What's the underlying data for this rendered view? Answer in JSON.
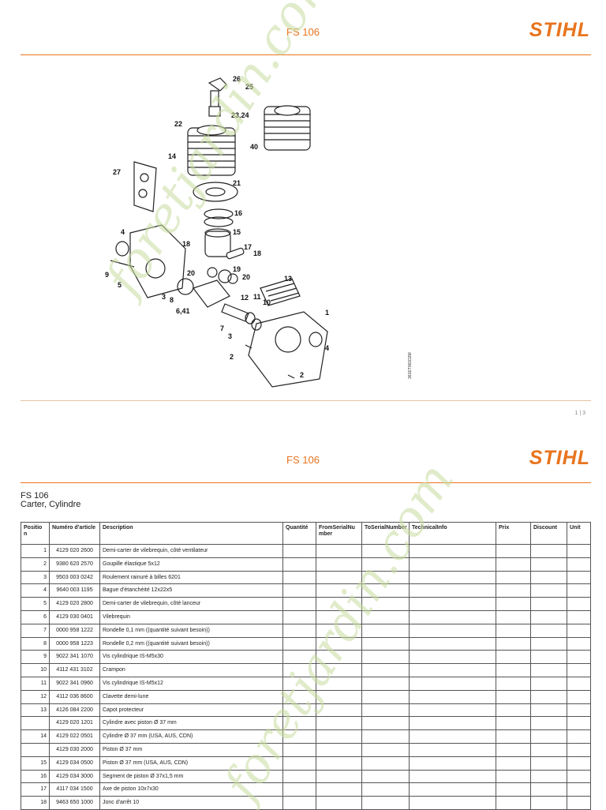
{
  "header": {
    "title": "FS 106",
    "logo": "STIHL"
  },
  "diagram": {
    "callouts": [
      "26",
      "25",
      "23,24",
      "22",
      "40",
      "14",
      "27",
      "21",
      "16",
      "4",
      "15",
      "18",
      "17",
      "18",
      "9",
      "5",
      "20",
      "19",
      "20",
      "13",
      "3",
      "8",
      "6,41",
      "12",
      "11",
      "10",
      "1",
      "7",
      "3",
      "4",
      "2",
      "2"
    ],
    "side_code": "361ET061D2M"
  },
  "page_number": "1 | 3",
  "header2": {
    "title": "FS 106",
    "logo": "STIHL"
  },
  "section": {
    "model": "FS 106",
    "title": "Carter, Cylindre"
  },
  "table": {
    "columns": [
      "Positio n",
      "Numéro d'article",
      "Description",
      "Quantité",
      "FromSerialNu mber",
      "ToSerialNumber",
      "TechnicalInfo",
      "Prix",
      "Discount",
      "Unit"
    ],
    "rows": [
      {
        "pos": "1",
        "num": "4129 020 2600",
        "desc": "Demi-carter de vilebrequin, côté ventilateur"
      },
      {
        "pos": "2",
        "num": "9380 620 2570",
        "desc": "Goupille élastique 5x12"
      },
      {
        "pos": "3",
        "num": "9503 003 0242",
        "desc": "Roulement rainuré à billes 6201"
      },
      {
        "pos": "4",
        "num": "9640 003 1195",
        "desc": "Bague d'étanchéité 12x22x5"
      },
      {
        "pos": "5",
        "num": "4129 020 2800",
        "desc": "Demi-carter de vilebrequin, côté lanceur"
      },
      {
        "pos": "6",
        "num": "4129 030 0401",
        "desc": "Vilebrequin"
      },
      {
        "pos": "7",
        "num": "0000 958 1222",
        "desc": "Rondelle 0,1 mm ((quantité suivant besoin))"
      },
      {
        "pos": "8",
        "num": "0000 958 1223",
        "desc": "Rondelle 0,2 mm ((quantité suivant besoin))"
      },
      {
        "pos": "9",
        "num": "9022 341 1070",
        "desc": "Vis cylindrique IS-M5x30"
      },
      {
        "pos": "10",
        "num": "4112 431 3102",
        "desc": "Crampon"
      },
      {
        "pos": "11",
        "num": "9022 341 0960",
        "desc": "Vis cylindrique IS-M5x12"
      },
      {
        "pos": "12",
        "num": "4112 036 8600",
        "desc": "Clavette demi-lune"
      },
      {
        "pos": "13",
        "num": "4126 084 2200",
        "desc": "Capot protecteur"
      },
      {
        "pos": "",
        "num": "4129 020 1201",
        "desc": "Cylindre avec piston Ø 37 mm"
      },
      {
        "pos": "14",
        "num": "4129 022 0501",
        "desc": "Cylindre Ø 37 mm (USA, AUS, CDN)"
      },
      {
        "pos": "",
        "num": "4129 030 2000",
        "desc": "Piston Ø 37 mm"
      },
      {
        "pos": "15",
        "num": "4129 034 0500",
        "desc": "Piston Ø 37 mm (USA, AUS, CDN)"
      },
      {
        "pos": "16",
        "num": "4129 034 3000",
        "desc": "Segment de piston Ø 37x1,5 mm"
      },
      {
        "pos": "17",
        "num": "4117 034 1500",
        "desc": "Axe de piston 10x7x30"
      },
      {
        "pos": "18",
        "num": "9463 650 1000",
        "desc": "Jonc d'arrêt 10"
      }
    ]
  },
  "watermark": "foretjardin.com"
}
